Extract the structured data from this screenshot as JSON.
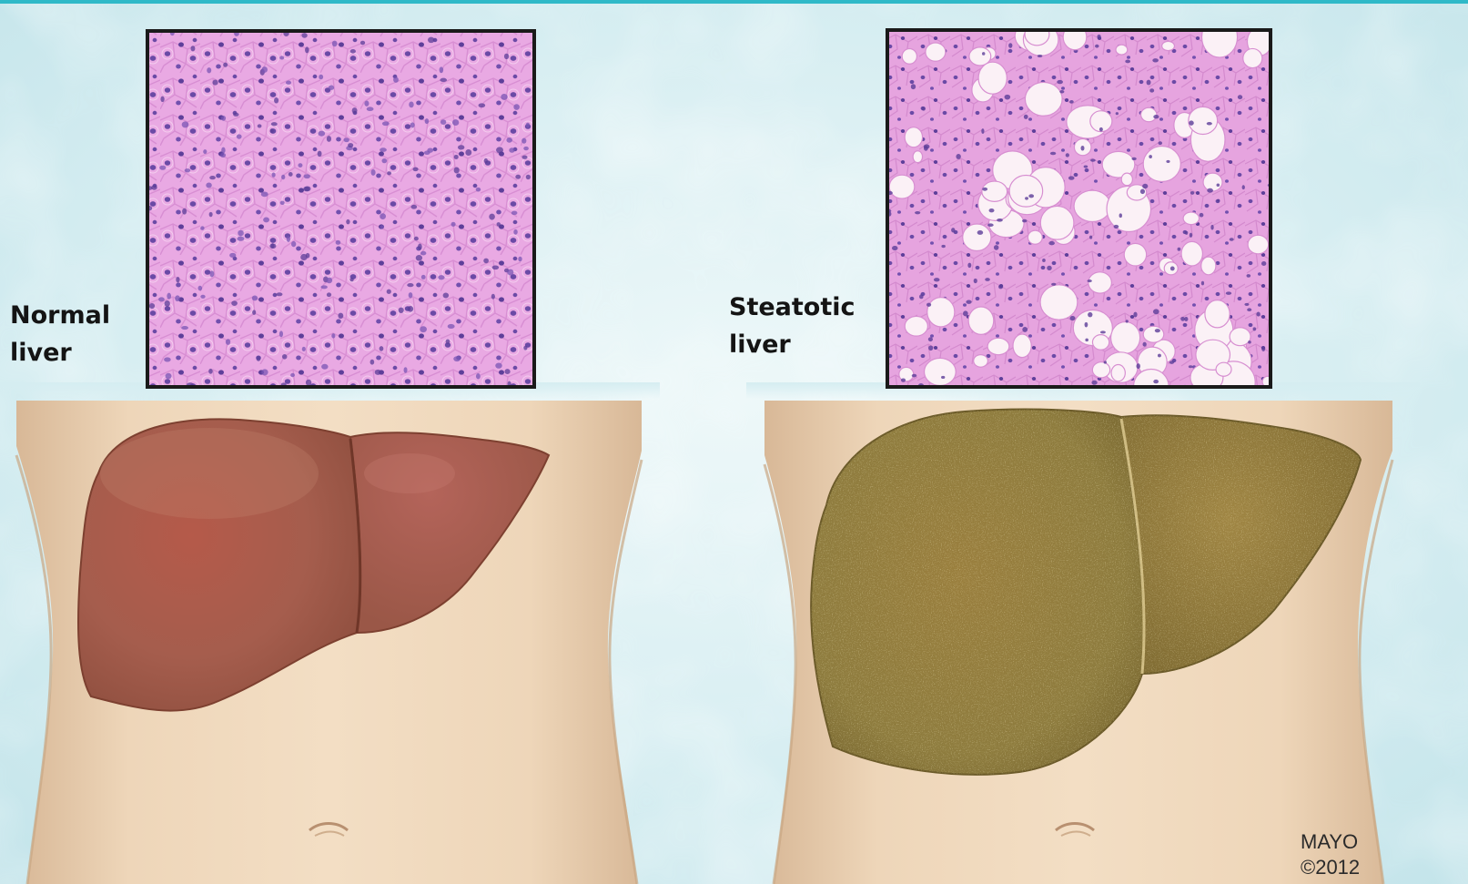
{
  "labels": {
    "normal": [
      "Normal",
      "liver"
    ],
    "steatotic": [
      "Steatotic",
      "liver"
    ]
  },
  "credit": [
    "MAYO",
    "©2012"
  ],
  "colors": {
    "background": "#d9eef2",
    "skin": "#ebd2b3",
    "normal_liver": "#a85a4a",
    "steatotic_liver": "#8b7a3c",
    "tissue_stain": "#e7a3e0",
    "nucleus": "#6a4aa8",
    "fat_vacuole": "#fbf1f6"
  },
  "icons": [
    "normal-liver-histology",
    "steatotic-liver-histology",
    "normal-liver-organ",
    "fatty-liver-organ",
    "torso"
  ]
}
